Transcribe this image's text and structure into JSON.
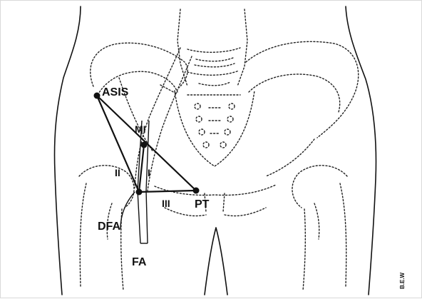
{
  "figure": {
    "labels": {
      "asis": "ASIS",
      "mi": "MI",
      "pt": "PT",
      "dfa": "DFA",
      "fa": "FA",
      "line_i": "I",
      "line_ii": "II",
      "line_iii": "III",
      "signature": "B.E.W"
    },
    "colors": {
      "ink": "#111111",
      "paper": "#ffffff",
      "frame": "#d9d9d9"
    }
  }
}
